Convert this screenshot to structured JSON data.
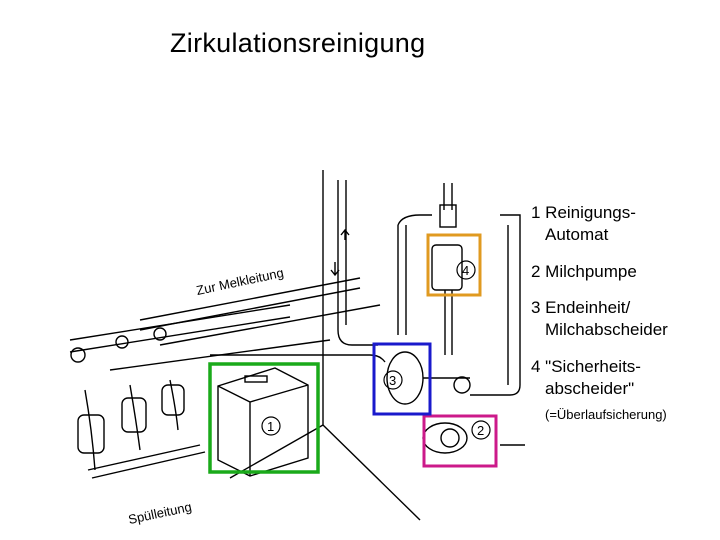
{
  "title": "Zirkulationsreinigung",
  "legend": [
    {
      "number": "1",
      "line1": "1 Reinigungs-",
      "line2": "Automat"
    },
    {
      "number": "2",
      "line1": "2 Milchpumpe",
      "line2": ""
    },
    {
      "number": "3",
      "line1": "3 Endeinheit/",
      "line2": "Milchabscheider"
    },
    {
      "number": "4",
      "line1": "4 \"Sicherheits-",
      "line2": "abscheider\""
    }
  ],
  "legend_note": "(=Überlaufsicherung)",
  "drawing_labels": {
    "milk_line": "Zur Melkleitung",
    "rinse_line": "Spülleitung",
    "unit_1": "1",
    "unit_2": "2",
    "unit_3": "3",
    "unit_4": "4"
  },
  "colors": {
    "box_1": "#1aaa1a",
    "box_2": "#cc1a8a",
    "box_3": "#1a1acc",
    "box_4": "#e09a20"
  }
}
